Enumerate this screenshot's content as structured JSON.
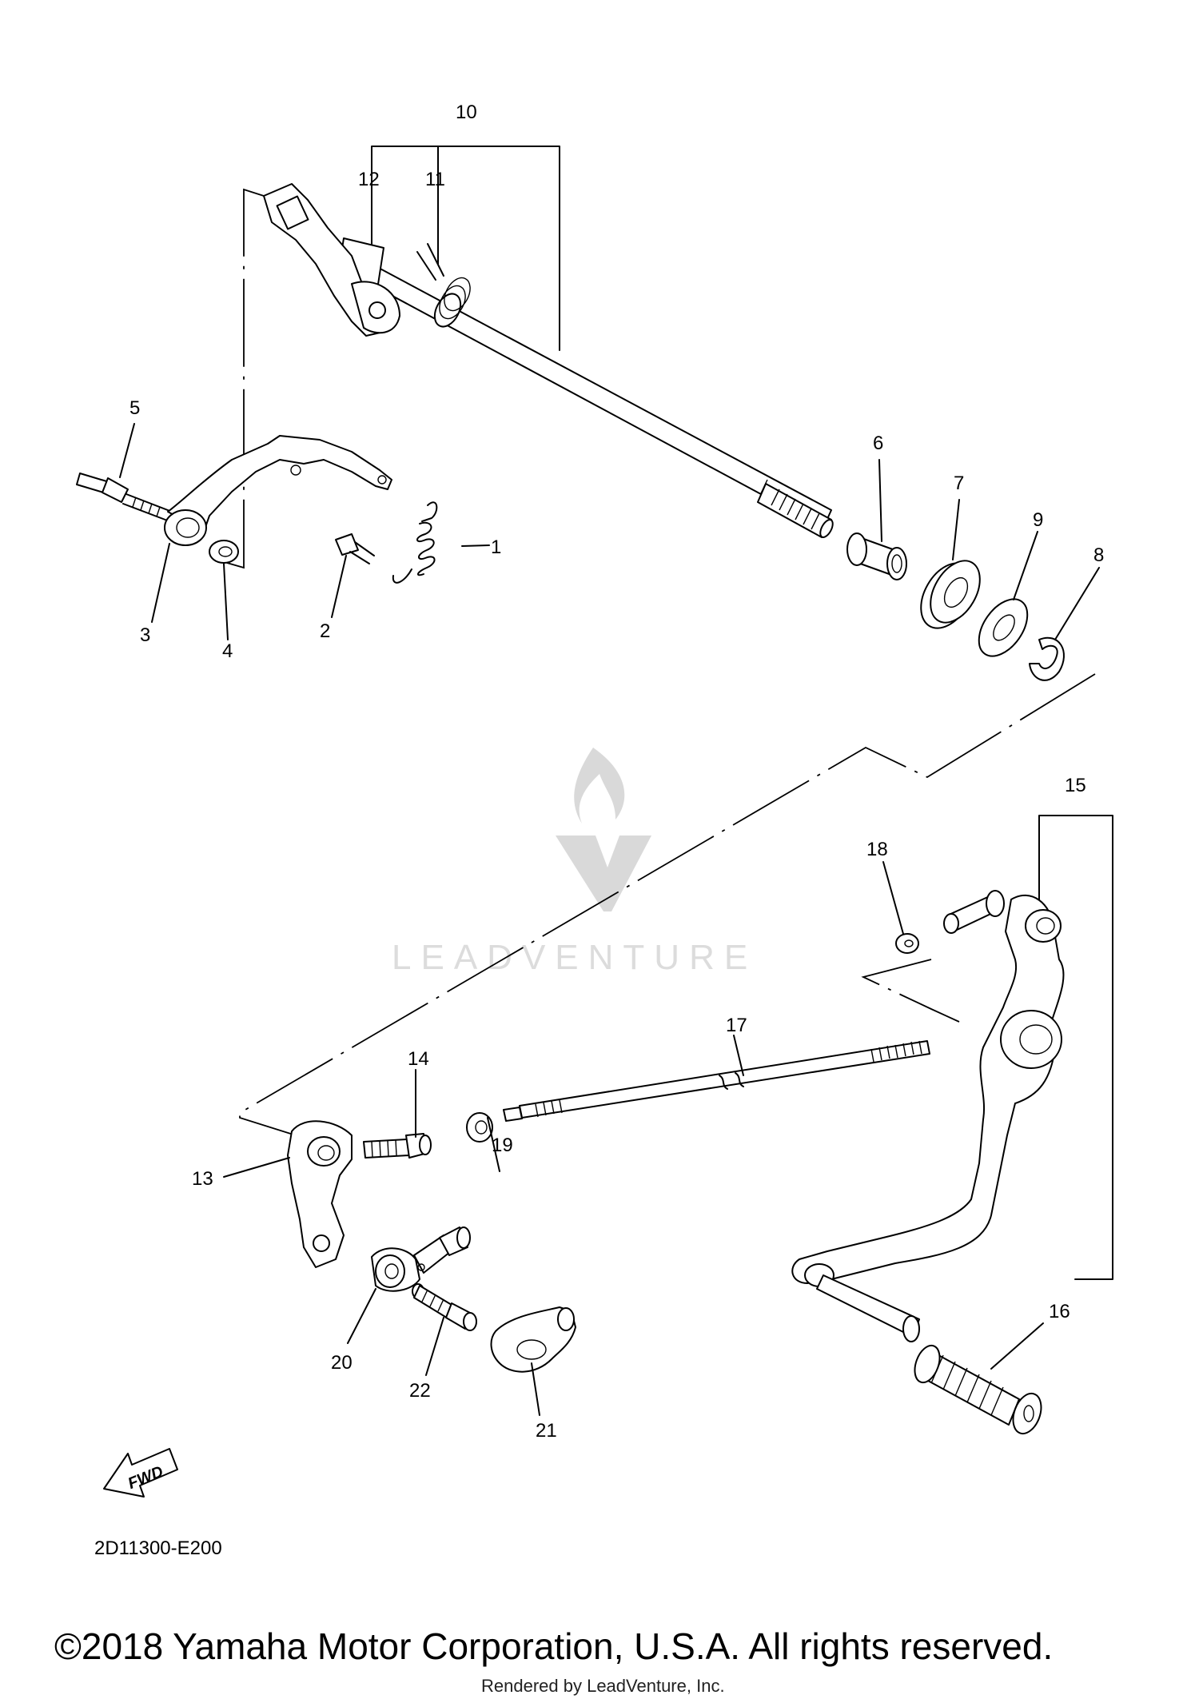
{
  "callouts": {
    "c1": "1",
    "c2": "2",
    "c3": "3",
    "c4": "4",
    "c5": "5",
    "c6": "6",
    "c7": "7",
    "c8": "8",
    "c9": "9",
    "c10": "10",
    "c11": "11",
    "c12": "12",
    "c13": "13",
    "c14": "14",
    "c15": "15",
    "c16": "16",
    "c17": "17",
    "c18": "18",
    "c19": "19",
    "c20": "20",
    "c21": "21",
    "c22": "22"
  },
  "fwd_label": "FWD",
  "watermark": {
    "text": "LEADVENTURE"
  },
  "diagram_code": "2D11300-E200",
  "copyright": "©2018 Yamaha Motor Corporation, U.S.A. All rights reserved.",
  "rendered_by": "Rendered by LeadVenture, Inc."
}
